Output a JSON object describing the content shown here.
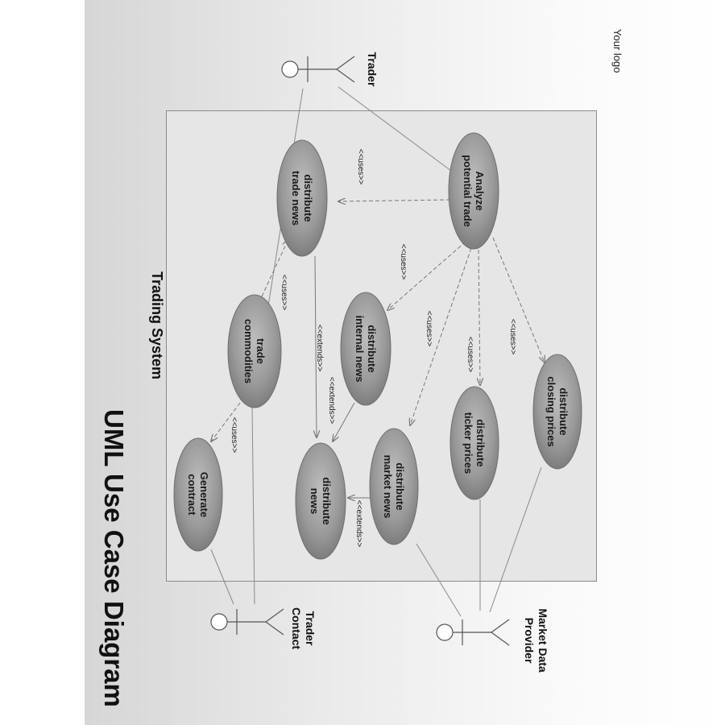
{
  "title": "UML Use Case Diagram",
  "system_title": "Trading System",
  "logo_text": "Your logo",
  "actors": {
    "trader": [
      "Trader"
    ],
    "trader_contact": [
      "Trader",
      "Contact"
    ],
    "market_data_provider": [
      "Market Data",
      "Provider"
    ]
  },
  "use_cases": {
    "distribute_trade_news": [
      "distribute",
      "trade news"
    ],
    "analyze_potential_trade": [
      "Analyze",
      "potential trade"
    ],
    "trade_commodities": [
      "trade",
      "commodities"
    ],
    "distribute_internal_news": [
      "distribute",
      "internal news"
    ],
    "generate_contract": [
      "Generate",
      "contract"
    ],
    "distribute_news": [
      "distribute",
      "news"
    ],
    "distribute_market_news": [
      "distribute",
      "market news"
    ],
    "distribute_ticker_prices": [
      "distribute",
      "ticker prices"
    ],
    "distribute_closing_prices": [
      "distribute",
      "closing prices"
    ]
  },
  "stereotypes": {
    "uses": "<<uses>>",
    "extends": "<<extends>>"
  },
  "colors": {
    "use_case_fill": "#8f8f8f",
    "system_fill": "#e6e6e6",
    "line": "#8a8a8a"
  }
}
